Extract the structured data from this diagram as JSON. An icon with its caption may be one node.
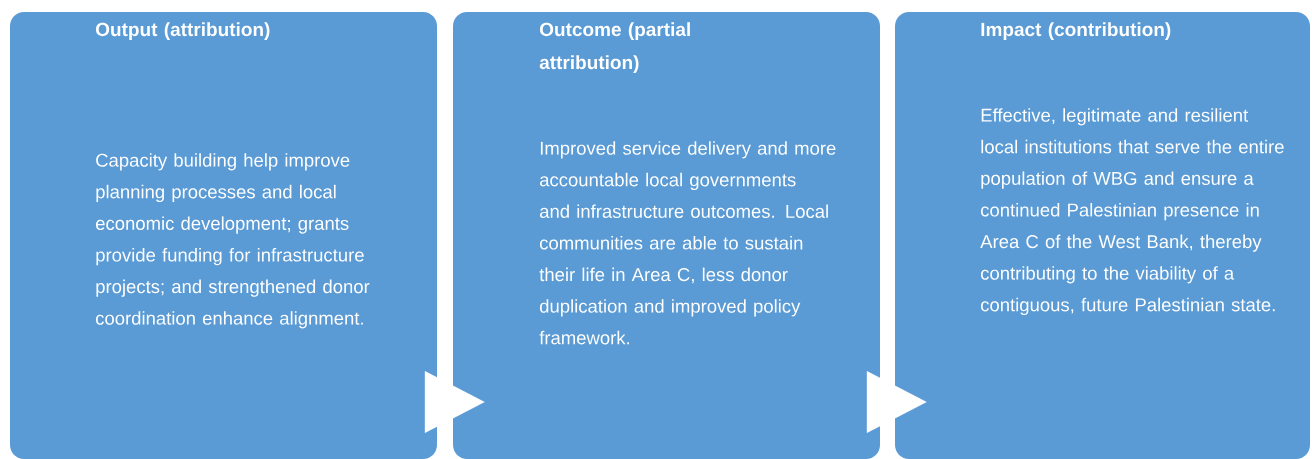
{
  "diagram": {
    "nodes": [
      {
        "text": [
          "Output (attribution)",
          "Capacity building help improve planning processes and local economic development; grants provide funding for infrastructure projects; and strengthened donor coordination enhance alignment."
        ]
      },
      {
        "text": [
          "Outcome (partial attribution)",
          "Improved service delivery and more accountable local governments and infrastructure outcomes. Local communities are able to sustain their life in Area C, less donor duplication and improved policy framework."
        ]
      },
      {
        "text": [
          "Impact (contribution)",
          "Effective, legitimate and resilient local institutions that serve the entire population of WBG and ensure a continued Palestinian presence in Area C of the West Bank, thereby contributing to the viability of a contiguous, future Palestinian state."
        ]
      }
    ],
    "edges": [
      {
        "from": 0,
        "to": 1,
        "arrow": "to"
      },
      {
        "from": 1,
        "to": 2,
        "arrow": "to"
      }
    ]
  }
}
